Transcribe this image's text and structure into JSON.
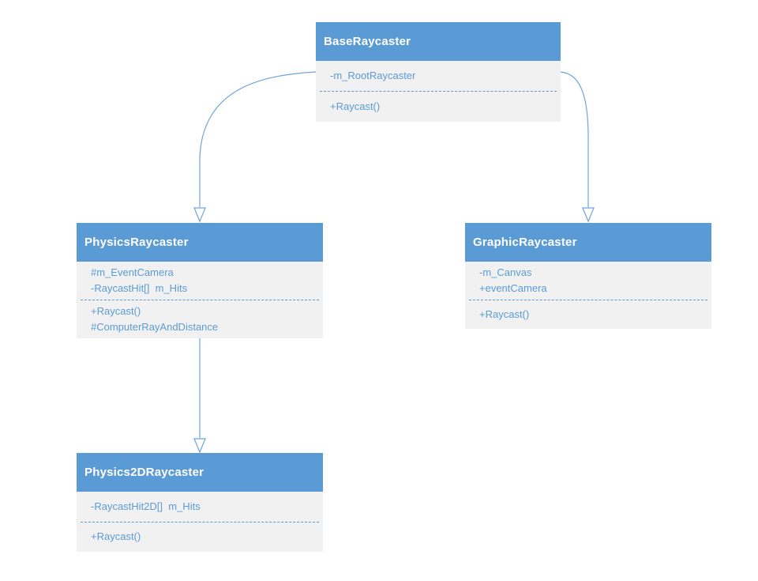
{
  "diagram": {
    "type": "uml-class-diagram",
    "colors": {
      "header_fill": "#5b9bd5",
      "header_text": "#ffffff",
      "body_fill": "#f1f1f1",
      "member_text": "#5b9bd5",
      "connector": "#6fa3d9",
      "arrowhead_fill": "#ffffff"
    },
    "classes": [
      {
        "name": "BaseRaycaster",
        "fields": [
          "-m_RootRaycaster"
        ],
        "methods": [
          "+Raycast()"
        ]
      },
      {
        "name": "PhysicsRaycaster",
        "fields": [
          "#m_EventCamera",
          "-RaycastHit[]  m_Hits"
        ],
        "methods": [
          "+Raycast()",
          "#ComputerRayAndDistance"
        ]
      },
      {
        "name": "GraphicRaycaster",
        "fields": [
          "-m_Canvas",
          "+eventCamera"
        ],
        "methods": [
          "+Raycast()"
        ]
      },
      {
        "name": "Physics2DRaycaster",
        "fields": [
          "-RaycastHit2D[]  m_Hits"
        ],
        "methods": [
          "+Raycast()"
        ]
      }
    ],
    "relations": [
      {
        "from": "BaseRaycaster",
        "to": "PhysicsRaycaster",
        "type": "inheritance-arrow"
      },
      {
        "from": "BaseRaycaster",
        "to": "GraphicRaycaster",
        "type": "inheritance-arrow"
      },
      {
        "from": "PhysicsRaycaster",
        "to": "Physics2DRaycaster",
        "type": "inheritance-arrow"
      }
    ]
  }
}
